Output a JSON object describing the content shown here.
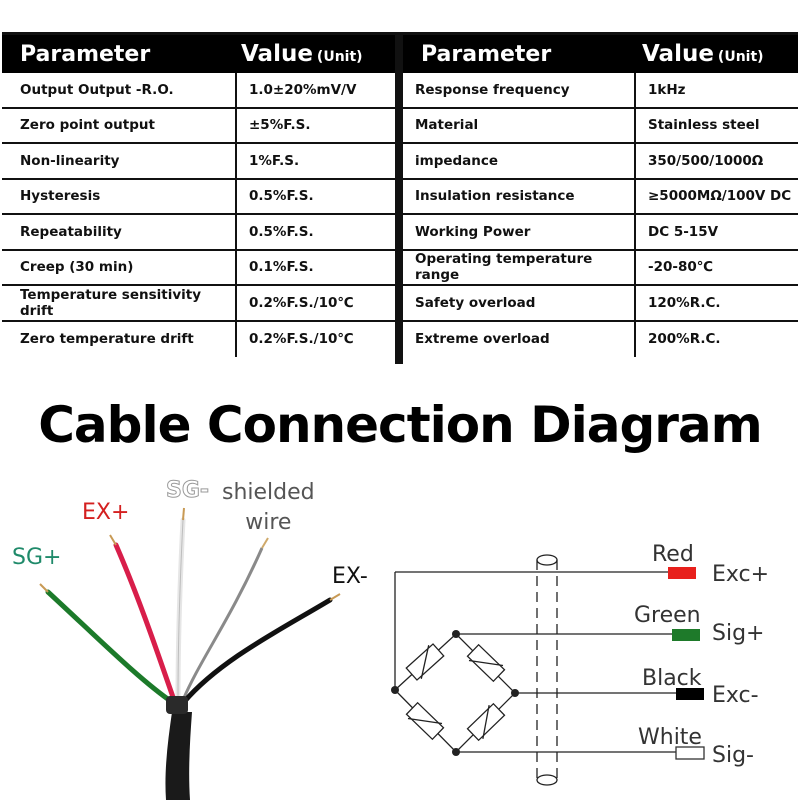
{
  "spec_table": {
    "left": {
      "header_param": "Parameter",
      "header_value": "Value",
      "header_unit": "(Unit)",
      "rows": [
        {
          "param": "Output Output -R.O.",
          "value": "1.0±20%mV/V"
        },
        {
          "param": "Zero point output",
          "value": "±5%F.S."
        },
        {
          "param": "Non-linearity",
          "value": "1%F.S."
        },
        {
          "param": "Hysteresis",
          "value": "0.5%F.S."
        },
        {
          "param": "Repeatability",
          "value": "0.5%F.S."
        },
        {
          "param": "Creep (30 min)",
          "value": "0.1%F.S."
        },
        {
          "param": "Temperature sensitivity drift",
          "value": "0.2%F.S./10℃"
        },
        {
          "param": "Zero temperature drift",
          "value": "0.2%F.S./10℃"
        }
      ]
    },
    "right": {
      "header_param": "Parameter",
      "header_value": "Value",
      "header_unit": "(Unit)",
      "rows": [
        {
          "param": "Response frequency",
          "value": "1kHz"
        },
        {
          "param": "Material",
          "value": "Stainless steel"
        },
        {
          "param": "impedance",
          "value": "350/500/1000Ω"
        },
        {
          "param": "Insulation resistance",
          "value": "≥5000MΩ/100V DC"
        },
        {
          "param": "Working Power",
          "value": "DC 5-15V"
        },
        {
          "param": "Operating temperature range",
          "value": "-20-80℃"
        },
        {
          "param": "Safety overload",
          "value": "120%R.C."
        },
        {
          "param": "Extreme overload",
          "value": "200%R.C."
        }
      ]
    }
  },
  "diagram": {
    "title": "Cable Connection Diagram",
    "cable_labels": {
      "sg_plus": "SG+",
      "ex_plus": "EX+",
      "sg_minus": "SG-",
      "shield": "shielded\nwire",
      "ex_minus": "EX-"
    },
    "terminals": [
      {
        "color_name": "Red",
        "signal": "Exc+",
        "color": "#e8201c"
      },
      {
        "color_name": "Green",
        "signal": "Sig+",
        "color": "#1e7a2a"
      },
      {
        "color_name": "Black",
        "signal": "Exc-",
        "color": "#000000"
      },
      {
        "color_name": "White",
        "signal": "Sig-",
        "color": "#ffffff"
      }
    ],
    "colors": {
      "sg_plus_label": "#1f8a6a",
      "ex_plus_label": "#d42020",
      "sg_minus_label": "#9a9a9a",
      "shield_label": "#555555",
      "ex_minus_label": "#111111"
    }
  }
}
